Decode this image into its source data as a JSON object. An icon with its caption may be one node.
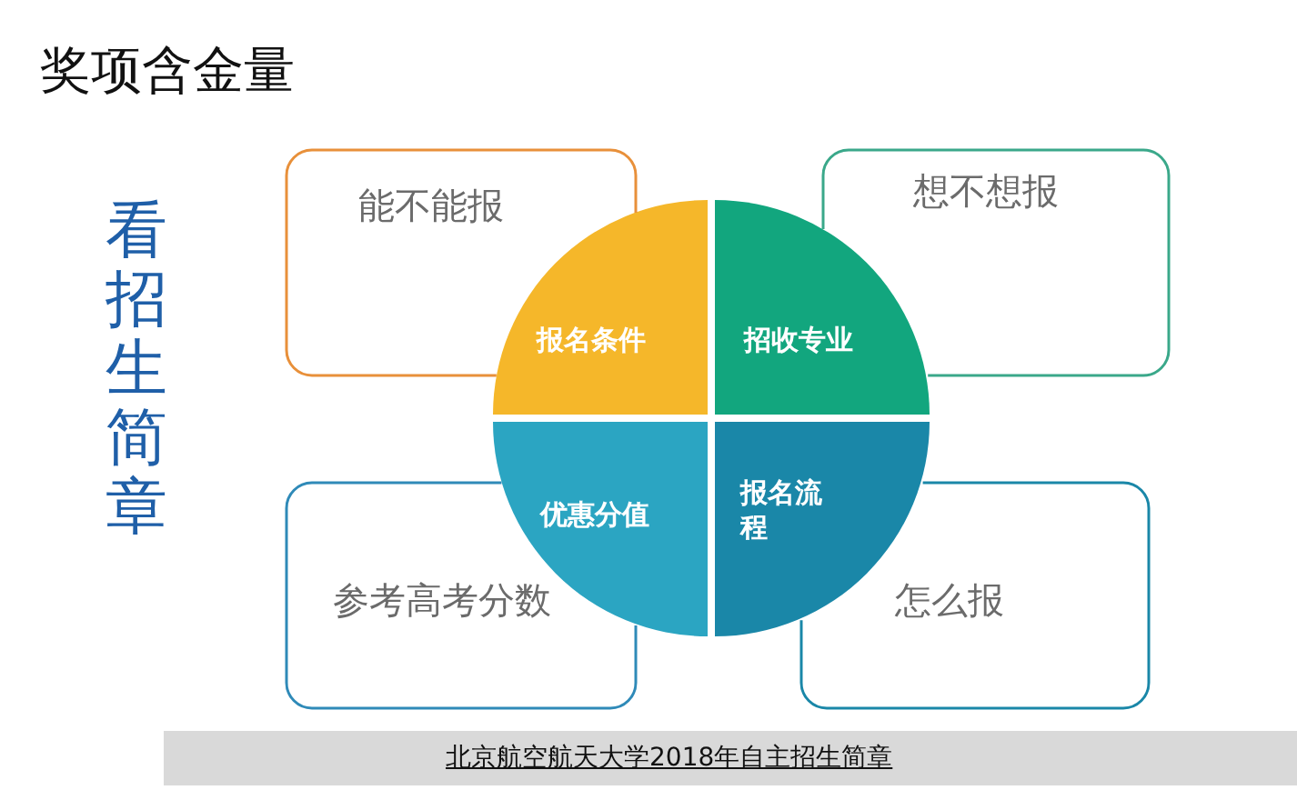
{
  "diagram": {
    "title": "奖项含金量",
    "nodes": [
      {
        "text": [
          "能不能报"
        ]
      },
      {
        "text": [
          "想不想报"
        ]
      },
      {
        "text": [
          "报名条件"
        ]
      },
      {
        "text": [
          "招收专业"
        ]
      },
      {
        "text": [
          "优惠分值"
        ]
      },
      {
        "text": [
          "报名流程"
        ]
      },
      {
        "text": [
          "参考高考分数"
        ]
      },
      {
        "text": [
          "怎么报"
        ]
      }
    ],
    "labels": [
      "看招生简章",
      "北京航空航天大学2018年自主招生简章"
    ]
  }
}
